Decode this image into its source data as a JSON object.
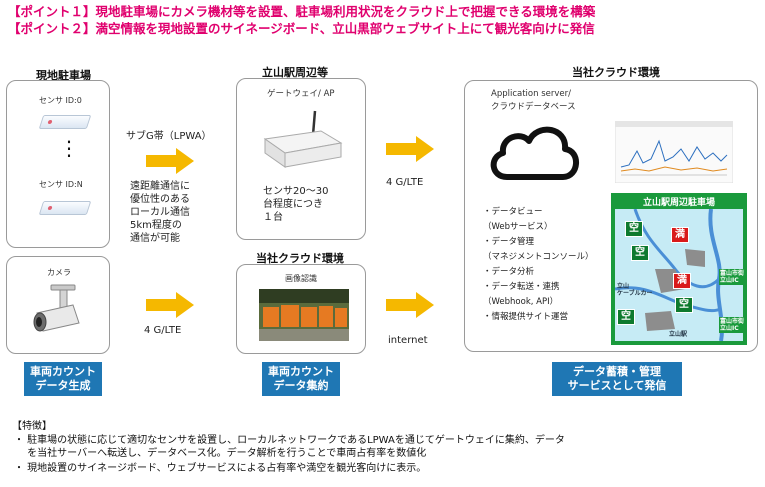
{
  "headlines": {
    "point1": "【ポイント１】現地駐車場にカメラ機材等を設置、駐車場利用状況をクラウド上で把握できる環境を構築",
    "point2": "【ポイント２】満空情報を現地設置のサイネージボード、立山黒部ウェブサイト上にて観光客向けに発信"
  },
  "sections": {
    "onsite": "現地駐車場",
    "station": "立山駅周辺等",
    "cloud_top": "当社クラウド環境",
    "cloud_mid": "当社クラウド環境"
  },
  "onsite": {
    "sensor_first": "センサ ID:0",
    "dots": "⋮",
    "sensor_last": "センサ ID:N",
    "camera": "カメラ"
  },
  "link1": {
    "label": "サブG帯（LPWA）",
    "desc": [
      "遠距離通信に",
      "優位性のある",
      "ローカル通信",
      "5km程度の",
      "通信が可能"
    ]
  },
  "gateway": {
    "title": "ゲートウェイ/ AP",
    "desc": [
      "センサ20～30",
      "台程度につき",
      "１台"
    ]
  },
  "link2": {
    "label": "4 G/LTE"
  },
  "link3": {
    "label": "4 G/LTE"
  },
  "link4": {
    "label": "internet"
  },
  "image_recognition": {
    "title": "画像認識"
  },
  "cloud": {
    "app_server": "Application server/",
    "db": "クラウドデータベース",
    "services": [
      "・データビュー",
      "（Webサービス）",
      "・データ管理",
      "（マネジメントコンソール）",
      "・データ分析",
      "・データ転送・連携",
      "（Webhook, API）",
      "・情報提供サイト運営"
    ]
  },
  "map": {
    "title": "立山駅周辺駐車場",
    "kanji_empty": "空",
    "kanji_full": "満",
    "labels": {
      "cable": "立山\nケーブルカー",
      "ic1": "富山市街\n立山IC",
      "ic2": "富山市街\n立山IC",
      "station": "立山駅"
    }
  },
  "blue_labels": {
    "count_gen": [
      "車両カウント",
      "データ生成"
    ],
    "count_agg": [
      "車両カウント",
      "データ集約"
    ],
    "service": [
      "データ蓄積・管理",
      "サービスとして発信"
    ]
  },
  "features": {
    "heading": "【特徴】",
    "items": [
      "・ 駐車場の状態に応じて適切なセンサを設置し、ローカルネットワークであるLPWAを通じてゲートウェイに集約、データ",
      "　 を当社サーバーへ転送し、データベース化。データ解析を行うことで車両占有率を数値化",
      "・ 現地設置のサイネージボード、ウェブサービスによる占有率や満空を観光客向けに表示。"
    ]
  },
  "colors": {
    "headline": "#e0006e",
    "arrow": "#f5b800",
    "blue_label": "#1f77b4",
    "map_green": "#1a9a3c",
    "map_road": "#4a8fd6",
    "map_bg": "#c6ebf5"
  }
}
